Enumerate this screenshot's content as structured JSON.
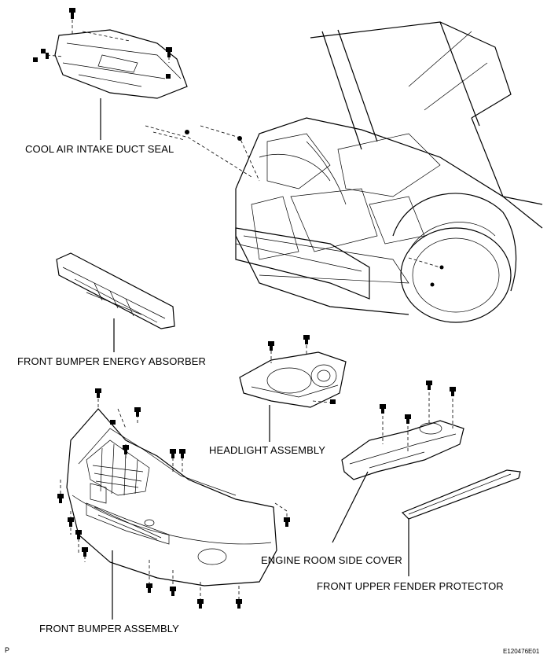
{
  "labels": {
    "cool_air": "COOL AIR INTAKE DUCT SEAL",
    "energy_absorber": "FRONT BUMPER ENERGY ABSORBER",
    "headlight": "HEADLIGHT ASSEMBLY",
    "engine_cover": "ENGINE ROOM SIDE COVER",
    "fender_protector": "FRONT UPPER FENDER PROTECTOR",
    "bumper": "FRONT BUMPER ASSEMBLY"
  },
  "corner_left": "P",
  "figure_code": "E120476E01"
}
